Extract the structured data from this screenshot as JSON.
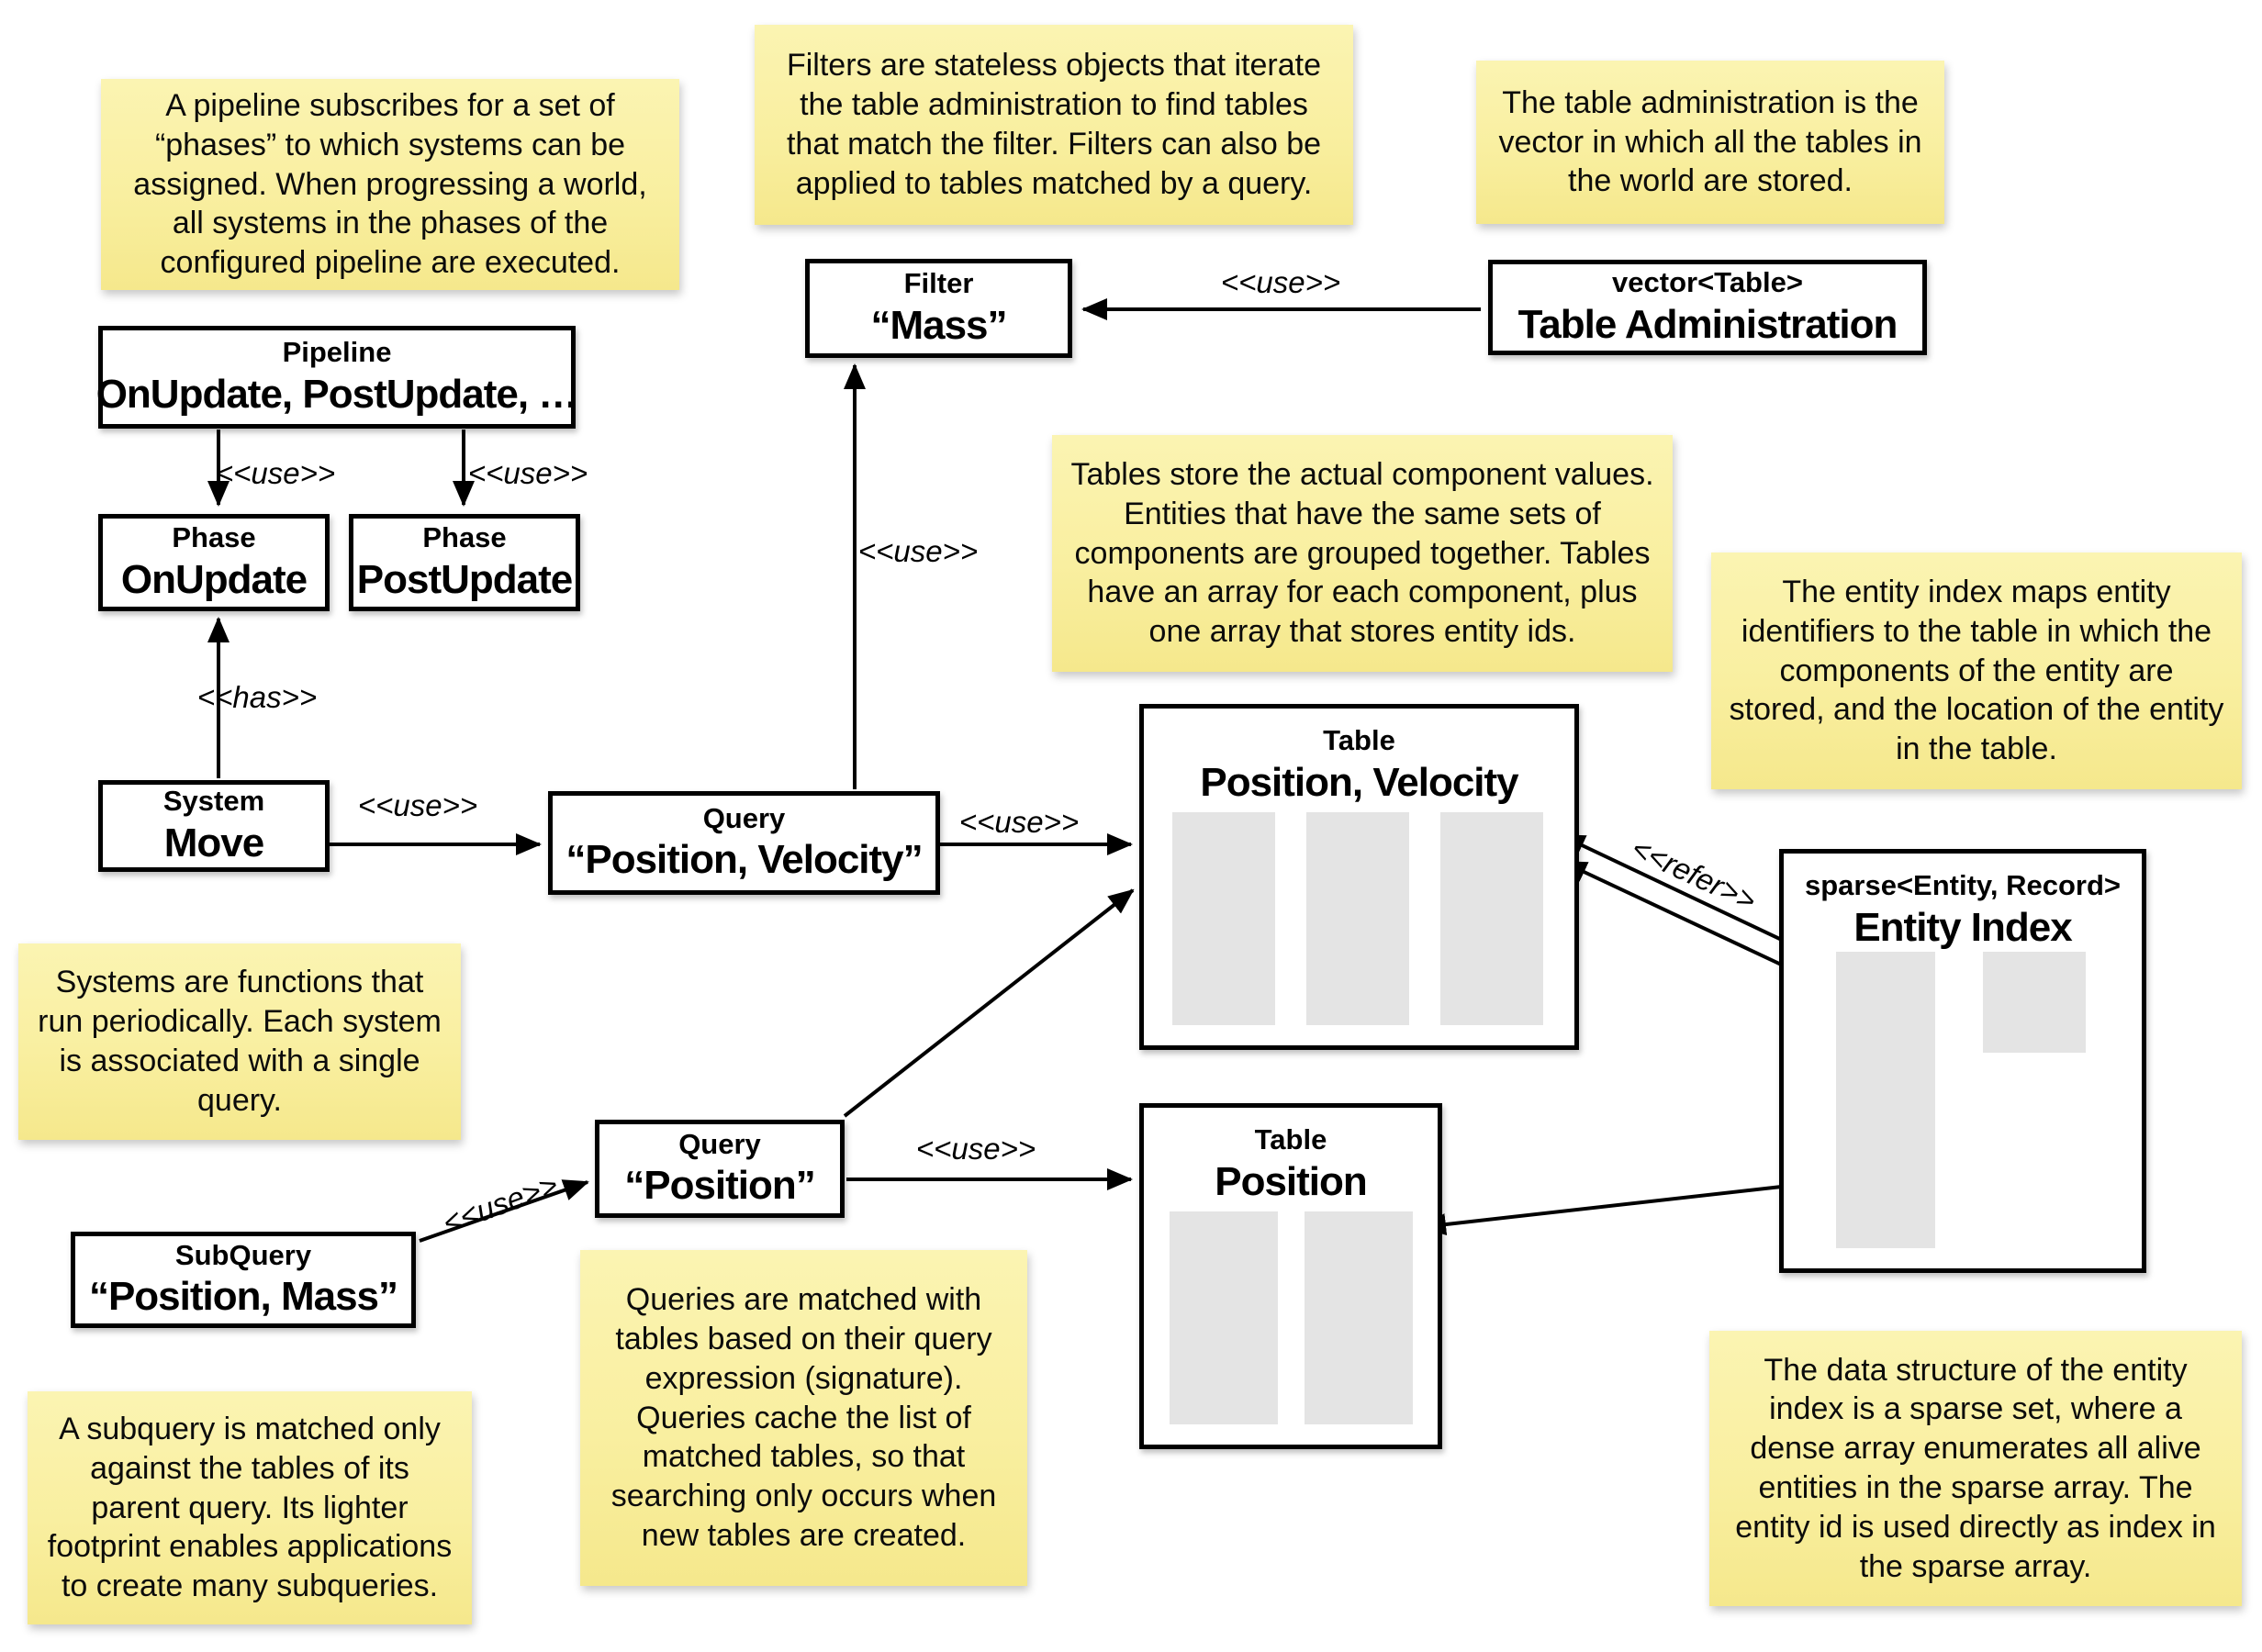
{
  "notes": {
    "pipeline": "A pipeline subscribes for a set of “phases” to which systems can be assigned. When progressing a world, all systems in the phases of the configured pipeline are executed.",
    "filters": "Filters are stateless objects that iterate the table administration to find tables that match the filter. Filters can also be applied to tables matched by a query.",
    "table_admin": "The table administration is the vector in which all the tables in the world are stored.",
    "tables": "Tables store the actual component values. Entities that have the same sets of components are grouped together. Tables have an array for each component, plus one array that stores entity ids.",
    "entity_index": "The entity index maps entity identifiers to the table in which the components of the entity are stored, and the location of the entity in the table.",
    "systems": "Systems are functions that run periodically. Each system is associated with a single query.",
    "subquery": "A subquery is matched only against the tables of its parent query. Its lighter footprint enables applications to create many subqueries.",
    "queries": "Queries are matched with tables based on their query expression (signature). Queries cache the list of matched tables, so that searching only occurs when new tables are created.",
    "sparse_set": "The data structure of the entity index is a sparse set, where a dense array enumerates all alive entities in the sparse array. The entity id is used directly as index in the sparse array."
  },
  "boxes": {
    "pipeline": {
      "title": "Pipeline",
      "value": "OnUpdate, PostUpdate, …"
    },
    "phase_onupdate": {
      "title": "Phase",
      "value": "OnUpdate"
    },
    "phase_postupdate": {
      "title": "Phase",
      "value": "PostUpdate"
    },
    "system_move": {
      "title": "System",
      "value": "Move"
    },
    "query_pv": {
      "title": "Query",
      "value": "“Position, Velocity”"
    },
    "filter_mass": {
      "title": "Filter",
      "value": "“Mass”"
    },
    "table_admin": {
      "title": "vector<Table>",
      "value": "Table Administration"
    },
    "table_pv": {
      "title": "Table",
      "value": "Position, Velocity"
    },
    "table_pos": {
      "title": "Table",
      "value": "Position"
    },
    "entity_index": {
      "title": "sparse<Entity, Record>",
      "value": "Entity Index"
    },
    "query_pos": {
      "title": "Query",
      "value": "“Position”"
    },
    "subquery": {
      "title": "SubQuery",
      "value": "“Position, Mass”"
    }
  },
  "labels": {
    "use": "<<use>>",
    "has": "<<has>>",
    "refer": "<<refer>>"
  },
  "colors": {
    "note_top": "#FBF4B2",
    "note_bottom": "#F5E88C",
    "box_border": "#000000",
    "array_fill": "#E4E4E4",
    "background": "#FFFFFF"
  }
}
